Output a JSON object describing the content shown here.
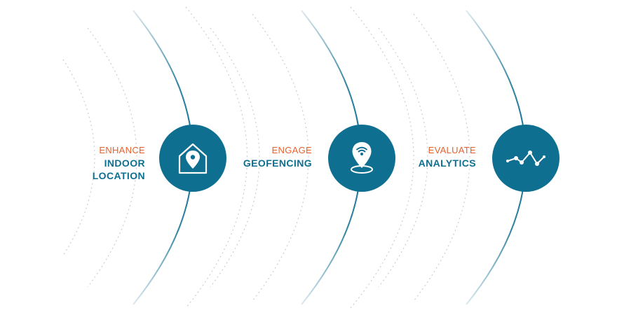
{
  "steps": [
    {
      "verb": "ENHANCE",
      "noun_lines": [
        "INDOOR",
        "LOCATION"
      ],
      "icon": "house-pin-icon"
    },
    {
      "verb": "ENGAGE",
      "noun_lines": [
        "GEOFENCING"
      ],
      "icon": "geofence-pin-icon"
    },
    {
      "verb": "EVALUATE",
      "noun_lines": [
        "ANALYTICS"
      ],
      "icon": "analytics-line-icon"
    }
  ],
  "colors": {
    "primary": "#0f6f91",
    "accent": "#e8612c",
    "dotted_arc": "#c8cfd3"
  }
}
